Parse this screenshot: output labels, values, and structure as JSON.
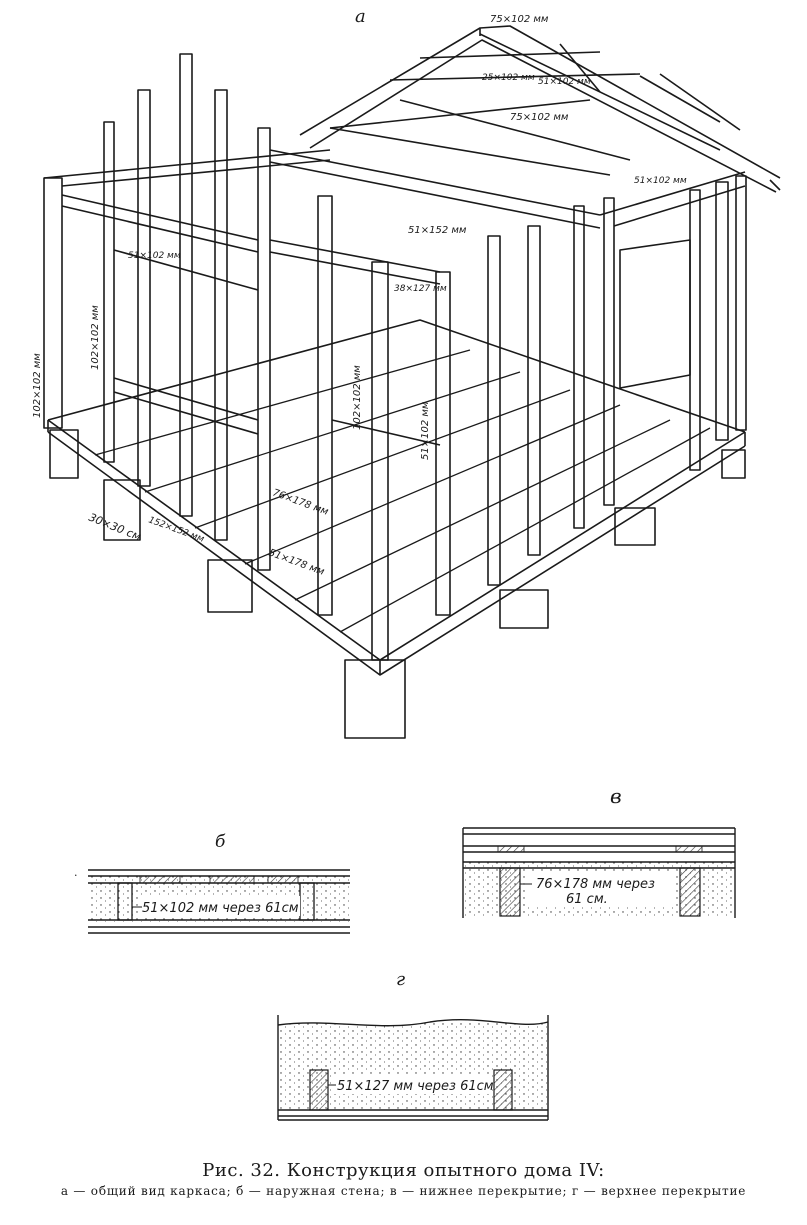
{
  "panels": {
    "a": {
      "letter": "a",
      "labels": {
        "ridge": "75×102 мм",
        "rafter_tie": "25×102 мм",
        "rafter_tie2": "51×102 мм",
        "ceiling_joist": "75×102 мм",
        "eave": "51×102 мм",
        "top_plate": "51×152 мм",
        "header": "38×127 мм",
        "corner_stud": "102×102 мм",
        "left_post": "102×102 мм",
        "stud_left": "51×102 мм",
        "stud_center": "102×102 мм",
        "stud_right": "51×102 мм",
        "joist": "76×178 мм",
        "rim": "51×178 мм",
        "sill": "152×152 мм",
        "footing": "30×30 см"
      }
    },
    "b": {
      "letter": "б",
      "note": "51×102 мм через 61см"
    },
    "v": {
      "letter": "в",
      "note_line1": "76×178 мм через",
      "note_line2": "61 см."
    },
    "g": {
      "letter": "г",
      "note": "51×127 мм через 61см"
    }
  },
  "caption": {
    "title": "Рис. 32. Конструкция опытного дома IV:",
    "legend": [
      "а — общий вид каркаса;",
      "б — наружная стена;",
      "в — нижнее перекрытие;",
      "г — верхнее перекрытие"
    ]
  },
  "colors": {
    "ink": "#1a1a1a",
    "paper": "#ffffff",
    "hatch": "#3a3a3a"
  }
}
